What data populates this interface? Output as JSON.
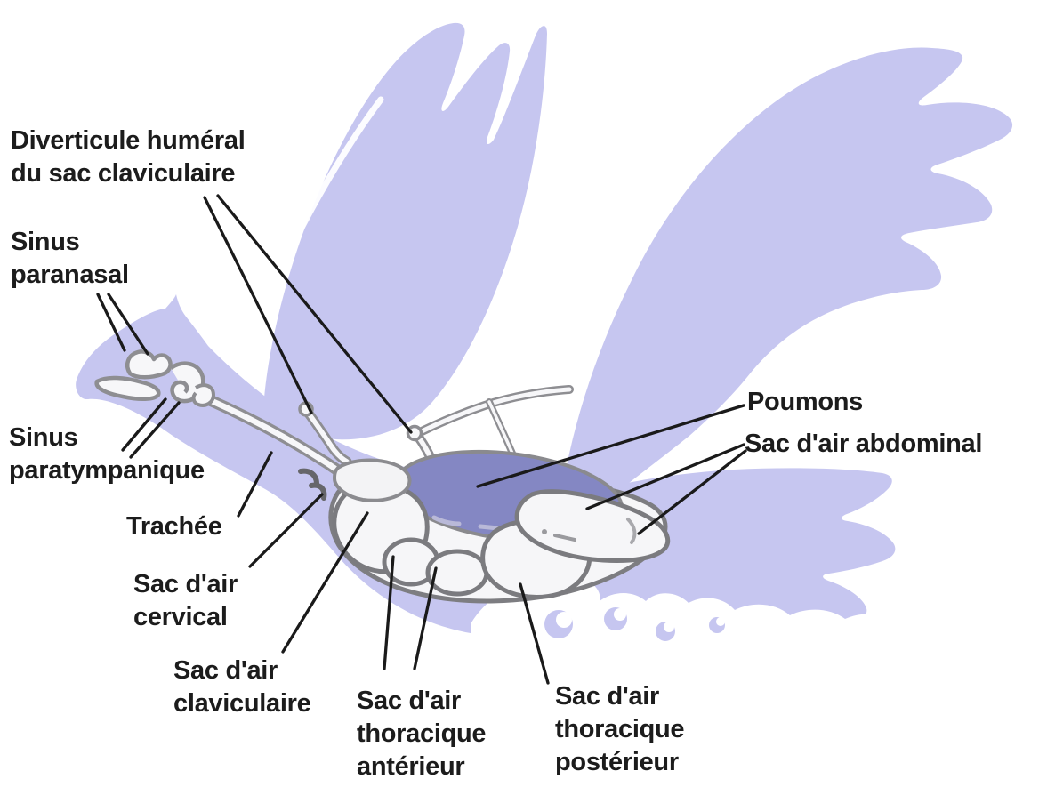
{
  "colors": {
    "background": "#ffffff",
    "silhouette": "#c6c6f0",
    "lung_fill": "#8487c3",
    "air_sac_fill": "#f6f6f8",
    "anatomy_outline": "#7b7b7f",
    "bone_outline": "#8e8e92",
    "leader_line": "#1a1a1a",
    "label_text": "#1c1c1c"
  },
  "labels": [
    {
      "id": "diverticule-humeral",
      "lines": [
        "Diverticule huméral",
        "du sac claviculaire"
      ]
    },
    {
      "id": "sinus-paranasal",
      "lines": [
        "Sinus",
        "paranasal"
      ]
    },
    {
      "id": "sinus-paratympanique",
      "lines": [
        "Sinus",
        "paratympanique"
      ]
    },
    {
      "id": "trachee",
      "lines": [
        "Trachée"
      ]
    },
    {
      "id": "sac-air-cervical",
      "lines": [
        "Sac d'air",
        "cervical"
      ]
    },
    {
      "id": "sac-air-claviculaire",
      "lines": [
        "Sac d'air",
        "claviculaire"
      ]
    },
    {
      "id": "sac-air-thoracique-anterieur",
      "lines": [
        "Sac d'air",
        "thoracique",
        "antérieur"
      ]
    },
    {
      "id": "sac-air-thoracique-posterieur",
      "lines": [
        "Sac d'air",
        "thoracique",
        "postérieur"
      ]
    },
    {
      "id": "poumons",
      "lines": [
        "Poumons"
      ]
    },
    {
      "id": "sac-air-abdominal",
      "lines": [
        "Sac d'air abdominal"
      ]
    }
  ]
}
